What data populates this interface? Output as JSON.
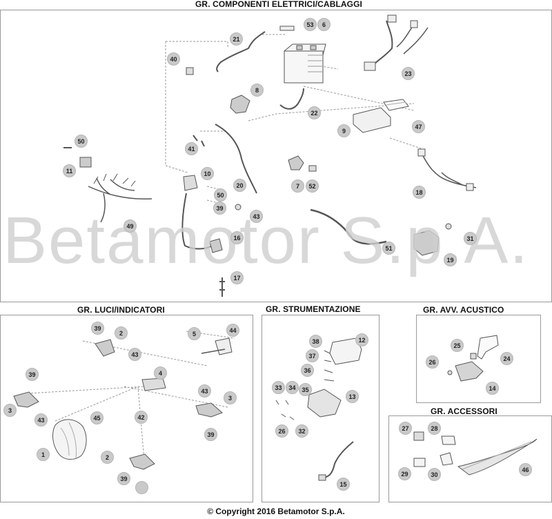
{
  "sections": {
    "electrical": {
      "title": "GR. COMPONENTI ELETTRICI/CABLAGGI"
    },
    "lights": {
      "title": "GR. LUCI/INDICATORI"
    },
    "instruments": {
      "title": "GR. STRUMENTAZIONE"
    },
    "horn": {
      "title": "GR. AVV. ACUSTICO"
    },
    "accessories": {
      "title": "GR. ACCESSORI"
    }
  },
  "watermark": "Betamotor S.p.A.",
  "footer": "© Copyright 2016 Betamotor S.p.A.",
  "callouts": {
    "electrical": [
      "53",
      "6",
      "21",
      "23",
      "40",
      "8",
      "22",
      "9",
      "47",
      "41",
      "50",
      "11",
      "10",
      "7",
      "52",
      "18",
      "50",
      "20",
      "39",
      "43",
      "49",
      "16",
      "31",
      "51",
      "19",
      "17"
    ],
    "lights": [
      "39",
      "2",
      "43",
      "44",
      "5",
      "39",
      "4",
      "43",
      "3",
      "3",
      "45",
      "42",
      "43",
      "39",
      "1",
      "2",
      "39"
    ],
    "instruments": [
      "38",
      "12",
      "37",
      "36",
      "33",
      "34",
      "35",
      "13",
      "26",
      "32",
      "15"
    ],
    "horn": [
      "25",
      "24",
      "26",
      "14"
    ],
    "accessories": [
      "27",
      "28",
      "29",
      "30",
      "46"
    ]
  },
  "colors": {
    "callout_fill": "#c9c9c9",
    "line": "#555555",
    "panel_border": "#9a9a9a",
    "watermark": "#cfcfcf"
  }
}
